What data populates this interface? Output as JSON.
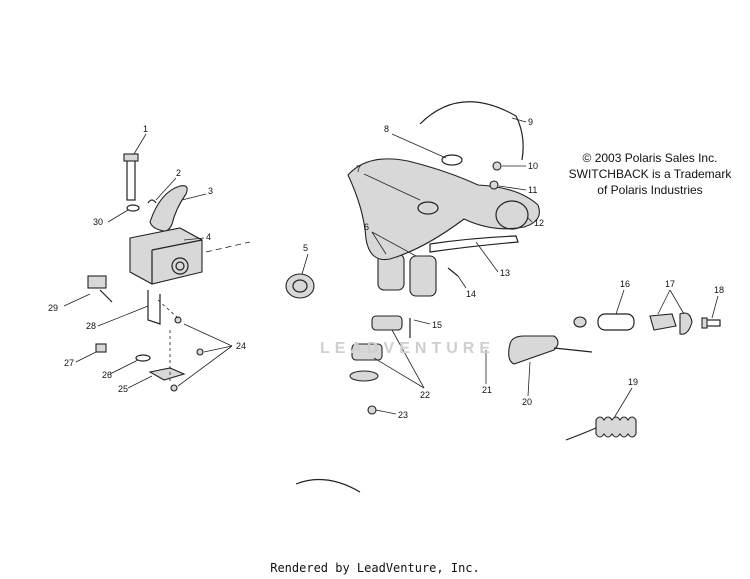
{
  "copyright": {
    "line1": "© 2003 Polaris Sales Inc.",
    "line2": "SWITCHBACK is a Trademark",
    "line3": "of Polaris Industries"
  },
  "watermark": "LEADVENTURE",
  "footer": "Rendered by LeadVenture, Inc.",
  "callouts": [
    "1",
    "2",
    "3",
    "4",
    "5",
    "6",
    "7",
    "8",
    "9",
    "10",
    "11",
    "12",
    "13",
    "14",
    "15",
    "16",
    "17",
    "18",
    "19",
    "20",
    "21",
    "22",
    "23",
    "24",
    "25",
    "26",
    "27",
    "28",
    "29",
    "30"
  ]
}
